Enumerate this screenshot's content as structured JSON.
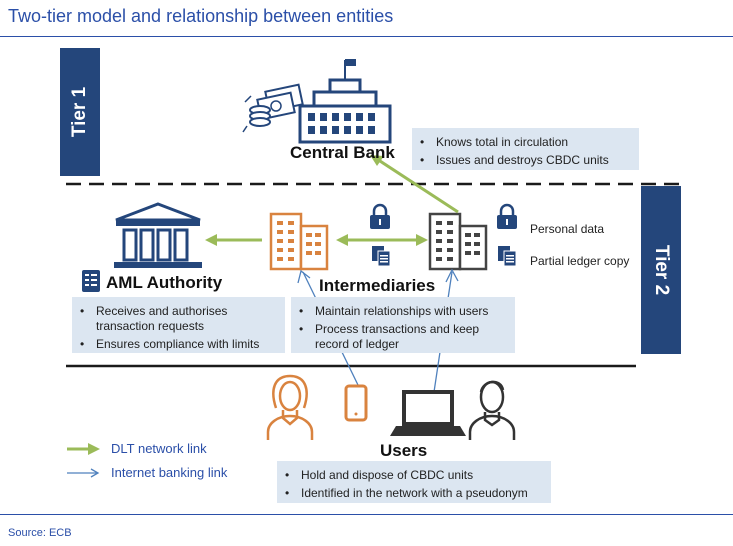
{
  "title": "Two-tier model and relationship between entities",
  "tiers": {
    "tier1": "Tier 1",
    "tier2": "Tier 2"
  },
  "central_bank": {
    "label": "Central Bank",
    "bullets": [
      "Knows total in circulation",
      "Issues and destroys CBDC units"
    ]
  },
  "aml": {
    "label": "AML Authority",
    "bullets": [
      "Receives and authorises transaction requests",
      "Ensures compliance with limits"
    ]
  },
  "intermediaries": {
    "label": "Intermediaries",
    "bullets": [
      "Maintain relationships with users",
      "Process transactions and keep record of ledger"
    ]
  },
  "data_legend": {
    "personal": "Personal data",
    "ledger": "Partial ledger copy"
  },
  "users": {
    "label": "Users",
    "bullets": [
      "Hold and dispose of CBDC units",
      "Identified in the network with a pseudonym"
    ]
  },
  "legend": {
    "dlt": "DLT network link",
    "internet": "Internet banking link"
  },
  "source": "Source: ECB",
  "colors": {
    "navy": "#24467b",
    "green": "#9bbb59",
    "orange": "#d9833f",
    "blue_link": "#4f81bd",
    "box": "#dce6f1"
  }
}
